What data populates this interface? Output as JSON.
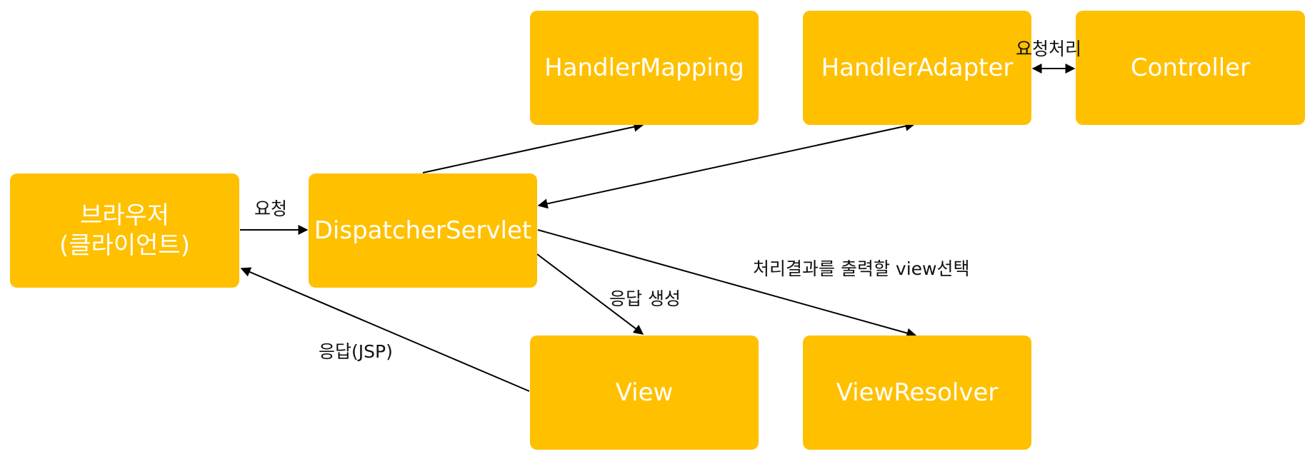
{
  "nodes": {
    "browser": "브라우저\n(클라이언트)",
    "dispatcher": "DispatcherServlet",
    "handler_mapping": "HandlerMapping",
    "handler_adapter": "HandlerAdapter",
    "controller": "Controller",
    "view": "View",
    "view_resolver": "ViewResolver"
  },
  "edge_labels": {
    "request": "요청",
    "processing": "요청처리",
    "select_view": "처리결과를 출력할 view선택",
    "create_response": "응답 생성",
    "response": "응답(JSP)"
  },
  "colors": {
    "node_fill": "#FFC000",
    "node_text": "#FFFFFF",
    "line": "#000000"
  }
}
